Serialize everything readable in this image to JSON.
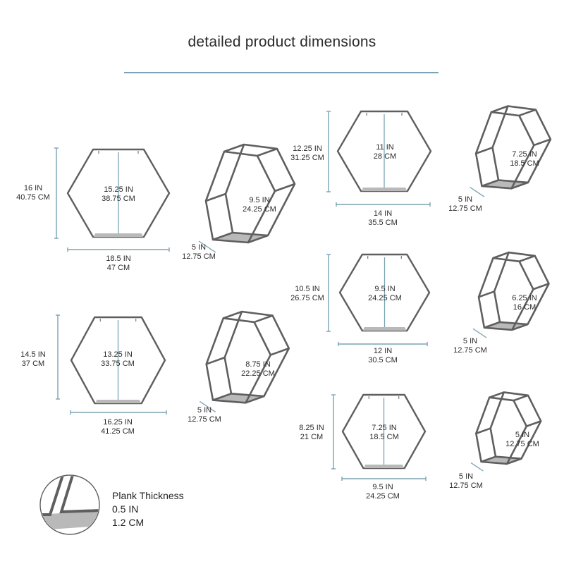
{
  "title": "detailed product dimensions",
  "colors": {
    "frame": "#5f5f5f",
    "shelf": "#b9b9b9",
    "dimension_line": "#7aa3b3"
  },
  "shelves": [
    {
      "id": "xl",
      "height": [
        "16 IN",
        "40.75 CM"
      ],
      "inner": [
        "15.25 IN",
        "38.75 CM"
      ],
      "width": [
        "18.5 IN",
        "47 CM"
      ],
      "side": [
        "9.5 IN",
        "24.25 CM"
      ],
      "depth": [
        "5 IN",
        "12.75 CM"
      ]
    },
    {
      "id": "l",
      "height": [
        "14.5 IN",
        "37 CM"
      ],
      "inner": [
        "13.25 IN",
        "33.75 CM"
      ],
      "width": [
        "16.25 IN",
        "41.25 CM"
      ],
      "side": [
        "8.75 IN",
        "22.25 CM"
      ],
      "depth": [
        "5 IN",
        "12.75 CM"
      ]
    },
    {
      "id": "m",
      "height": [
        "12.25 IN",
        "31.25 CM"
      ],
      "inner": [
        "11 IN",
        "28 CM"
      ],
      "width": [
        "14 IN",
        "35.5 CM"
      ],
      "side": [
        "7.25 IN",
        "18.5 CM"
      ],
      "depth": [
        "5 IN",
        "12.75 CM"
      ]
    },
    {
      "id": "s",
      "height": [
        "10.5 IN",
        "26.75 CM"
      ],
      "inner": [
        "9.5 IN",
        "24.25 CM"
      ],
      "width": [
        "12 IN",
        "30.5 CM"
      ],
      "side": [
        "6.25 IN",
        "16 CM"
      ],
      "depth": [
        "5 IN",
        "12.75 CM"
      ]
    },
    {
      "id": "xs",
      "height": [
        "8.25 IN",
        "21 CM"
      ],
      "inner": [
        "7.25 IN",
        "18.5 CM"
      ],
      "width": [
        "9.5 IN",
        "24.25 CM"
      ],
      "side": [
        "5 IN",
        "12.75 CM"
      ],
      "depth": [
        "5 IN",
        "12.75 CM"
      ]
    }
  ],
  "plank": {
    "label": "Plank Thickness",
    "inches": "0.5 IN",
    "cm": "1.2 CM"
  }
}
